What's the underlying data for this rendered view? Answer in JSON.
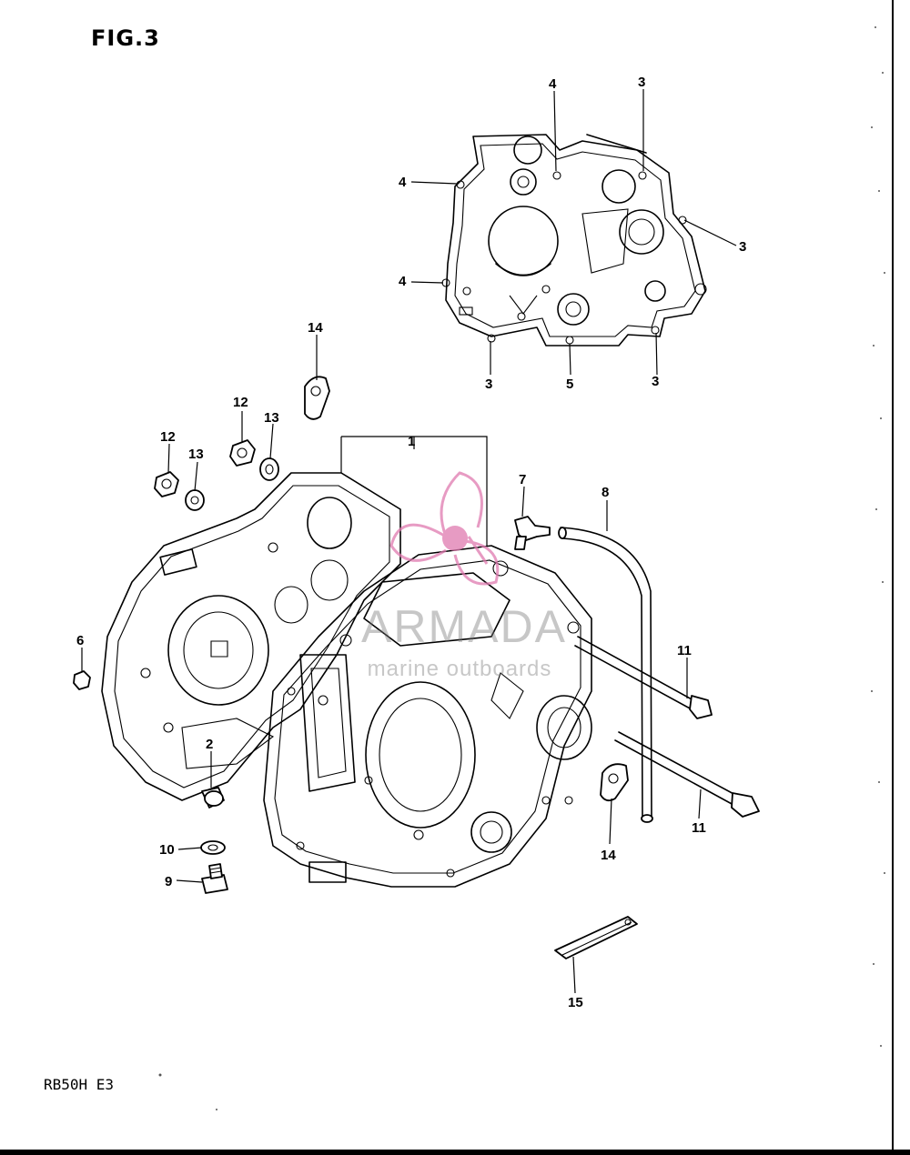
{
  "figure": {
    "title": "FIG.3",
    "model": "RB50H E3"
  },
  "watermark": {
    "name": "ARMADA",
    "tagline": "marine outboards",
    "accent_color": "#e07ab0"
  },
  "callouts": {
    "c1": "1",
    "c2": "2",
    "c3a": "3",
    "c3b": "3",
    "c3c": "3",
    "c3d": "3",
    "c4a": "4",
    "c4b": "4",
    "c4c": "4",
    "c5": "5",
    "c6": "6",
    "c7": "7",
    "c8": "8",
    "c9": "9",
    "c10": "10",
    "c11a": "11",
    "c11b": "11",
    "c12a": "12",
    "c12b": "12",
    "c13a": "13",
    "c13b": "13",
    "c14a": "14",
    "c14b": "14",
    "c15": "15"
  }
}
